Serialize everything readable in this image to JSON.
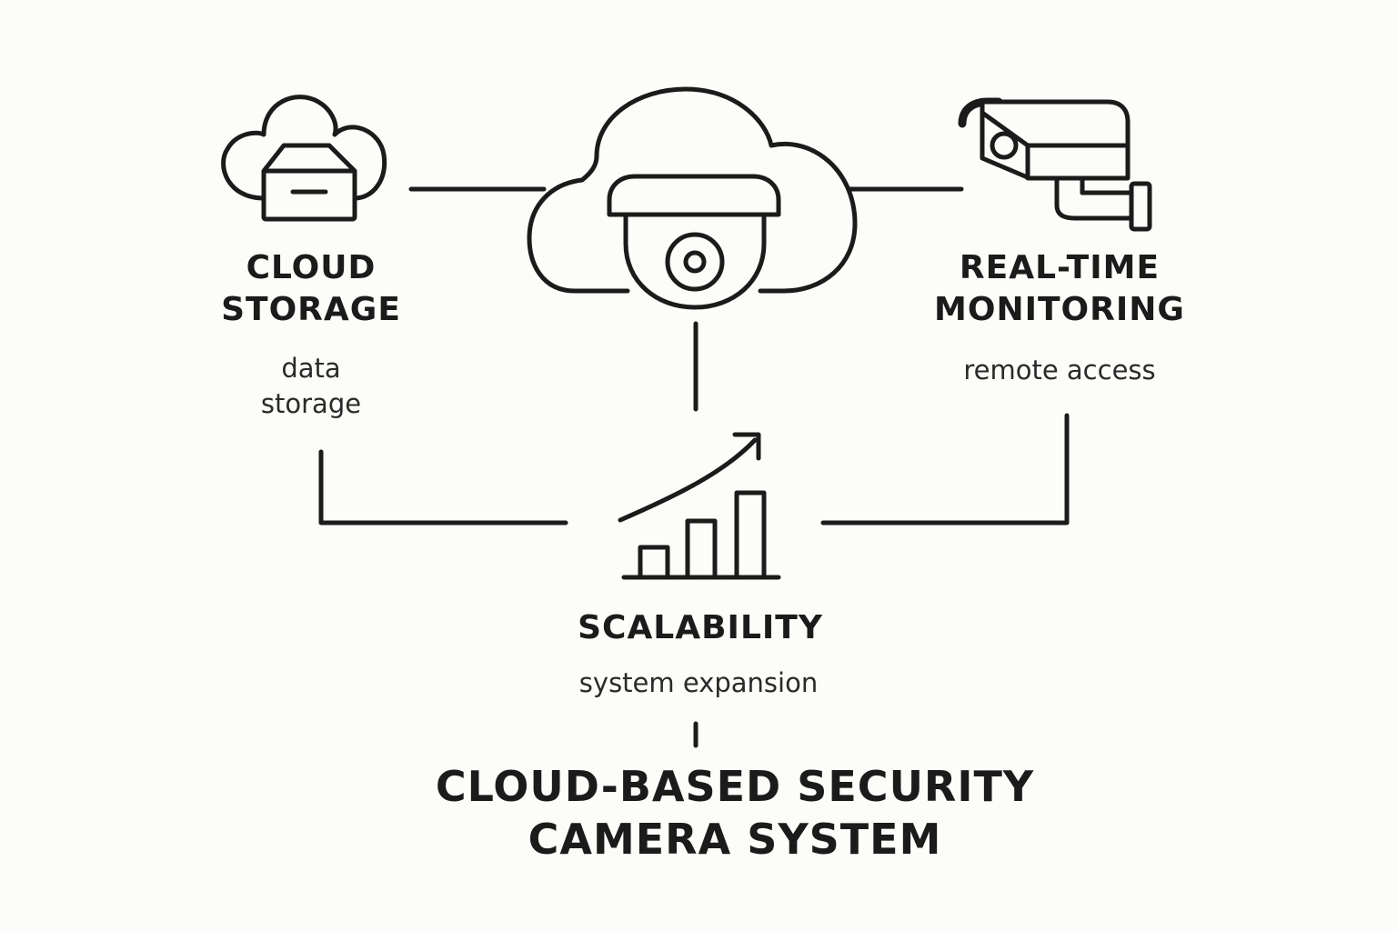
{
  "nodes": {
    "cloud_storage": {
      "title_lines": [
        "CLOUD",
        "STORAGE"
      ],
      "subtitle_lines": [
        "data",
        "storage"
      ],
      "icon": "cloud-storage-box-icon"
    },
    "central": {
      "icon": "cloud-dome-camera-icon"
    },
    "real_time_monitoring": {
      "title_lines": [
        "REAL-TIME",
        "MONITORING"
      ],
      "subtitle_lines": [
        "remote access"
      ],
      "icon": "bullet-camera-icon"
    },
    "scalability": {
      "title_lines": [
        "SCALABILITY"
      ],
      "subtitle_lines": [
        "system expansion"
      ],
      "icon": "growth-bar-chart-icon"
    }
  },
  "main_title_lines": [
    "CLOUD-BASED SECURITY",
    "CAMERA SYSTEM"
  ],
  "colors": {
    "background": "#fcfcf9",
    "stroke": "#1b1b1b",
    "text": "#1b1b1b"
  }
}
